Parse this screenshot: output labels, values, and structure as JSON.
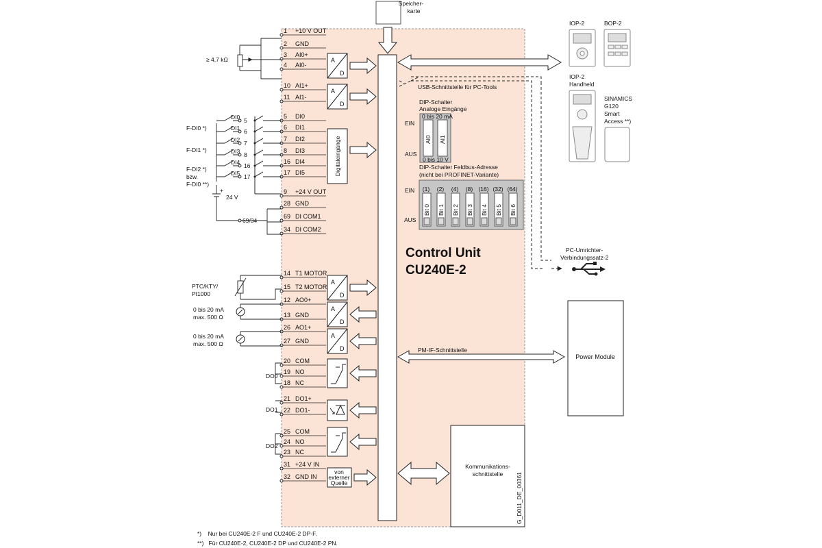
{
  "speicherkarte": [
    "Speicher-",
    "karte"
  ],
  "title": [
    "Control Unit",
    "CU240E-2"
  ],
  "terminals": [
    {
      "num": "1",
      "name": "+10 V OUT"
    },
    {
      "num": "2",
      "name": "GND"
    },
    {
      "num": "3",
      "name": "AI0+"
    },
    {
      "num": "4",
      "name": "AI0-"
    },
    {
      "num": "10",
      "name": "AI1+"
    },
    {
      "num": "11",
      "name": "AI1-"
    },
    {
      "num": "5",
      "name": "DI0"
    },
    {
      "num": "6",
      "name": "DI1"
    },
    {
      "num": "7",
      "name": "DI2"
    },
    {
      "num": "8",
      "name": "DI3"
    },
    {
      "num": "16",
      "name": "DI4"
    },
    {
      "num": "17",
      "name": "DI5"
    },
    {
      "num": "9",
      "name": "+24 V OUT"
    },
    {
      "num": "28",
      "name": "GND"
    },
    {
      "num": "69",
      "name": "DI COM1"
    },
    {
      "num": "34",
      "name": "DI COM2"
    },
    {
      "num": "14",
      "name": "T1 MOTOR"
    },
    {
      "num": "15",
      "name": "T2 MOTOR"
    },
    {
      "num": "12",
      "name": "AO0+"
    },
    {
      "num": "13",
      "name": "GND"
    },
    {
      "num": "26",
      "name": "AO1+"
    },
    {
      "num": "27",
      "name": "GND"
    },
    {
      "num": "20",
      "name": "COM"
    },
    {
      "num": "19",
      "name": "NO"
    },
    {
      "num": "18",
      "name": "NC"
    },
    {
      "num": "21",
      "name": "DO1+"
    },
    {
      "num": "22",
      "name": "DO1-"
    },
    {
      "num": "25",
      "name": "COM"
    },
    {
      "num": "24",
      "name": "NO"
    },
    {
      "num": "23",
      "name": "NC"
    },
    {
      "num": "31",
      "name": "+24 V IN"
    },
    {
      "num": "32",
      "name": "GND IN"
    }
  ],
  "converter": {
    "a": "A",
    "d": "D"
  },
  "digital_block_label": "Digitaleingänge",
  "supply_block_label": [
    "von",
    "externer",
    "Quelle"
  ],
  "left_labels": {
    "resistor": "≥ 4,7 kΩ",
    "fdi0": "F-DI0 *)",
    "fdi1": "F-DI1 *)",
    "fdi2": [
      "F-DI2 *)",
      "bzw.",
      "F-DI0 **)"
    ],
    "plus": "+",
    "v24": "24 V",
    "com_6934": "69/34",
    "ptc": [
      "PTC/KTY/",
      "Pt1000"
    ],
    "ao0": [
      "0 bis 20 mA",
      "max. 500 Ω"
    ],
    "ao1": [
      "0 bis 20 mA",
      "max. 500 Ω"
    ],
    "do0": "DO0",
    "do1": "DO1",
    "do2": "DO2"
  },
  "switch_labels": [
    {
      "label": "DI0",
      "num": "5"
    },
    {
      "label": "DI1",
      "num": "6"
    },
    {
      "label": "DI2",
      "num": "7"
    },
    {
      "label": "DI3",
      "num": "8"
    },
    {
      "label": "DI4",
      "num": "16"
    },
    {
      "label": "DI5",
      "num": "17"
    }
  ],
  "usb_label": "USB-Schnittstelle für PC-Tools",
  "dip_analog": {
    "title": [
      "DIP-Schalter",
      "Analoge Eingänge"
    ],
    "ein": "EIN",
    "aus": "AUS",
    "top": "0 bis 20 mA",
    "bottom": "0 bis 10 V",
    "switches": [
      "AI0",
      "AI1"
    ]
  },
  "dip_bus": {
    "title": [
      "DIP-Schalter Feldbus-Adresse",
      "(nicht bei PROFINET-Variante)"
    ],
    "ein": "EIN",
    "aus": "AUS",
    "values": [
      "(1)",
      "(2)",
      "(4)",
      "(8)",
      "(16)",
      "(32)",
      "(64)"
    ],
    "bits": [
      "Bit 0",
      "Bit 1",
      "Bit 2",
      "Bit 3",
      "Bit 4",
      "Bit 5",
      "Bit 6"
    ]
  },
  "pmif_label": "PM-IF-Schnittstelle",
  "comm_label": [
    "Kommunikations-",
    "schnittstelle"
  ],
  "power_module": "Power Module",
  "devices": {
    "iop2": "IOP-2",
    "bop2": "BOP-2",
    "iop2_hand": [
      "IOP-2",
      "Handheld"
    ],
    "smart": [
      "SINAMICS",
      "G120",
      "Smart",
      "Access **)"
    ],
    "pc_kit": [
      "PC-Umrichter-",
      "Verbindungssatz-2"
    ]
  },
  "doc_id": "G_D011_DE_00361",
  "footnotes": [
    "*)    Nur bei CU240E-2 F und CU240E-2 DP-F.",
    "**)   Für CU240E-2, CU240E-2 DP und CU240E-2 PN."
  ],
  "colors": {
    "board": "#fbe3d6",
    "board_border": "#9a9a9a",
    "dip_bg": "#c6c6c6",
    "block_bg": "#ffffff"
  }
}
